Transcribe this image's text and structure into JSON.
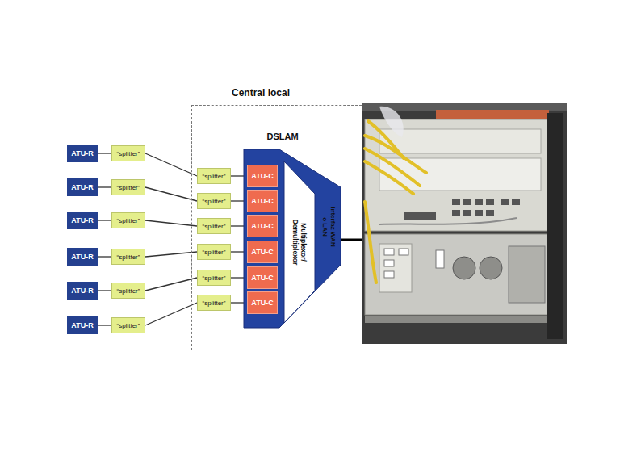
{
  "diagram": {
    "nodes": [
      {
        "text": [
          "ATU-R"
        ]
      },
      {
        "text": [
          "ATU-R"
        ]
      },
      {
        "text": [
          "ATU-R"
        ]
      },
      {
        "text": [
          "ATU-R"
        ]
      },
      {
        "text": [
          "ATU-R"
        ]
      },
      {
        "text": [
          "ATU-R"
        ]
      },
      {
        "text": [
          "“splitter”"
        ]
      },
      {
        "text": [
          "“splitter”"
        ]
      },
      {
        "text": [
          "“splitter”"
        ]
      },
      {
        "text": [
          "“splitter”"
        ]
      },
      {
        "text": [
          "“splitter”"
        ]
      },
      {
        "text": [
          "“splitter”"
        ]
      },
      {
        "text": [
          "Central local"
        ]
      },
      {
        "text": [
          "“splitter”"
        ],
        "in": 12
      },
      {
        "text": [
          "“splitter”"
        ],
        "in": 12
      },
      {
        "text": [
          "“splitter”"
        ],
        "in": 12
      },
      {
        "text": [
          "“splitter”"
        ],
        "in": 12
      },
      {
        "text": [
          "“splitter”"
        ],
        "in": 12
      },
      {
        "text": [
          "“splitter”"
        ],
        "in": 12
      },
      {
        "text": [
          "DSLAM"
        ],
        "in": 12
      },
      {
        "text": [
          "ATU-C"
        ],
        "in": 19
      },
      {
        "text": [
          "ATU-C"
        ],
        "in": 19
      },
      {
        "text": [
          "ATU-C"
        ],
        "in": 19
      },
      {
        "text": [
          "ATU-C"
        ],
        "in": 19
      },
      {
        "text": [
          "ATU-C"
        ],
        "in": 19
      },
      {
        "text": [
          "ATU-C"
        ],
        "in": 19
      },
      {
        "text": [
          "Multiplexor/ Demultiplexor"
        ],
        "in": 19
      },
      {
        "text": [
          "Interfaz WAN o LAN"
        ],
        "in": 19
      }
    ],
    "edges": [
      {
        "from": 0,
        "to": 6,
        "arrow": "none"
      },
      {
        "from": 1,
        "to": 7,
        "arrow": "none"
      },
      {
        "from": 2,
        "to": 8,
        "arrow": "none"
      },
      {
        "from": 3,
        "to": 9,
        "arrow": "none"
      },
      {
        "from": 4,
        "to": 10,
        "arrow": "none"
      },
      {
        "from": 5,
        "to": 11,
        "arrow": "none"
      },
      {
        "from": 6,
        "to": 13,
        "arrow": "none"
      },
      {
        "from": 7,
        "to": 14,
        "arrow": "none"
      },
      {
        "from": 8,
        "to": 15,
        "arrow": "none"
      },
      {
        "from": 9,
        "to": 16,
        "arrow": "none"
      },
      {
        "from": 10,
        "to": 17,
        "arrow": "none"
      },
      {
        "from": 11,
        "to": 18,
        "arrow": "none"
      },
      {
        "from": 13,
        "to": 20,
        "arrow": "none"
      },
      {
        "from": 14,
        "to": 21,
        "arrow": "none"
      },
      {
        "from": 15,
        "to": 22,
        "arrow": "none"
      },
      {
        "from": 16,
        "to": 23,
        "arrow": "none"
      },
      {
        "from": 17,
        "to": 24,
        "arrow": "none"
      },
      {
        "from": 18,
        "to": 25,
        "arrow": "none"
      }
    ]
  }
}
